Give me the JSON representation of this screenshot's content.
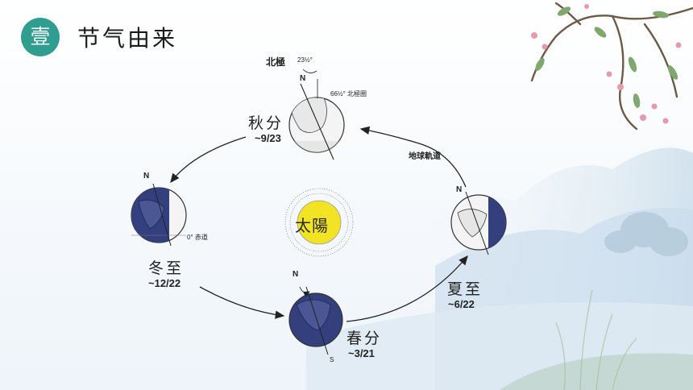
{
  "section": {
    "badge": "壹",
    "title": "节气由来"
  },
  "diagram": {
    "sun_label": "太陽",
    "orbit_label": "地球軌道",
    "north_pole_label": "北極",
    "tilt_label": "23½°",
    "arctic_circle_label": "66½° 北極圈",
    "equator_label": "0° 赤道",
    "n_marker": "N",
    "s_marker": "S",
    "positions": [
      {
        "id": "autumn",
        "name": "秋分",
        "date": "~9/23"
      },
      {
        "id": "winter",
        "name": "冬至",
        "date": "~12/22"
      },
      {
        "id": "spring",
        "name": "春分",
        "date": "~3/21"
      },
      {
        "id": "summer",
        "name": "夏至",
        "date": "~6/22"
      }
    ]
  },
  "colors": {
    "badge": "#2f9d8f",
    "earth_dark": "#33407d",
    "earth_light": "#f4f4f4",
    "sun": "#f2e324"
  }
}
